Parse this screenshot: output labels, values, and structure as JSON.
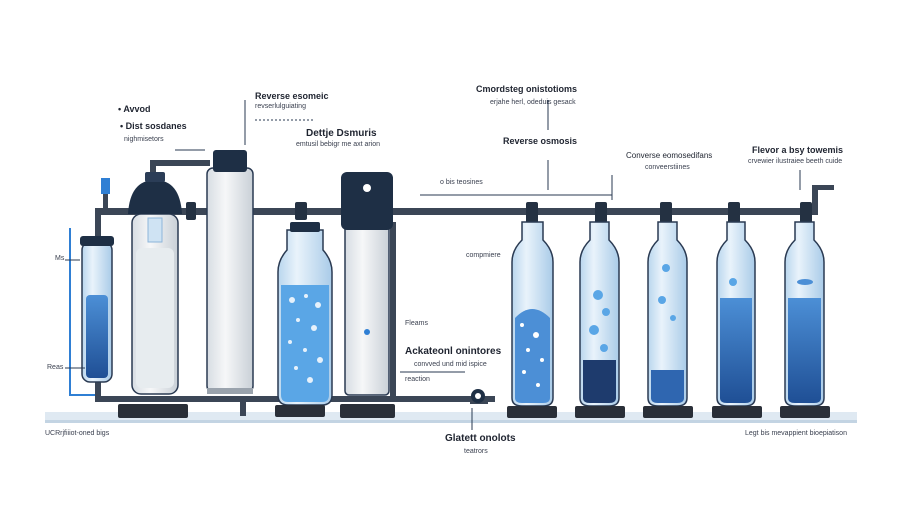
{
  "labels": {
    "avoid": "• Avvod",
    "dist": "• Dist sosdanes",
    "night": "nighmisetors",
    "reverse_title": "Reverse esomeic",
    "reverse_sub": "revserlulguiating",
    "dettje_title": "Dettje Dsmuris",
    "dettje_sub": "emtusil bebigr me axt arion",
    "cmord_title": "Cmordsteg onistotioms",
    "cmord_sub": "erjahe herl, odeduis gesack",
    "ro_title": "Reverse osmosis",
    "o_bis": "o bis teosines",
    "conv_title": "Converse eomosedifans",
    "conv_sub": "conveerstiines",
    "flevor_title": "Flevor a bsy towemis",
    "flevor_sub": "crvewier ilustraiee beeth cuide",
    "compmiere": "compmiere",
    "fleams": "Fleams",
    "activ_title": "Ackateonl onintores",
    "activ_sub": "convved und mid ispice",
    "reaction": "reaction",
    "ms": "Ms",
    "reas": "Reas",
    "left_foot": "UCRrjfiiiot-oned bigs",
    "right_foot": "Legt bis mevappient bioepiatison",
    "glatet_title": "Glatett onolots",
    "glatet_sub": "teatrors"
  },
  "colors": {
    "pipe": "#3b4656",
    "water_dark": "#2f66b0",
    "water_mid": "#4c8fd6",
    "glass": "#dcebf7",
    "cap": "#1e2f45",
    "base": "#2a2f38"
  }
}
